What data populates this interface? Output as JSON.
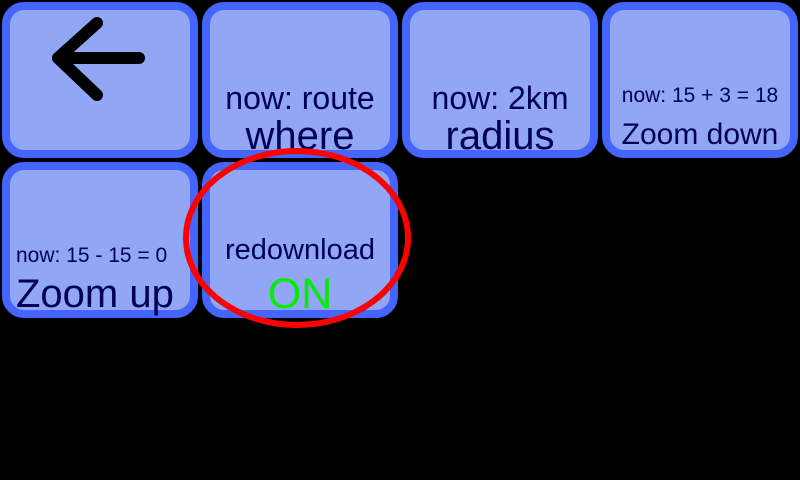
{
  "buttons": {
    "back": {
      "icon": "arrow-left-icon"
    },
    "where": {
      "status": "now: route",
      "label": "where"
    },
    "radius": {
      "status": "now: 2km",
      "label": "radius"
    },
    "zoom_down": {
      "status": "now: 15 + 3 = 18",
      "label": "Zoom down"
    },
    "zoom_up": {
      "status": "now: 15 - 15 = 0",
      "label": "Zoom up"
    },
    "redownload": {
      "label": "redownload",
      "state": "ON",
      "state_color": "#00ee00"
    }
  },
  "annotation": {
    "shape": "ellipse",
    "color": "#ff0000",
    "target": "redownload"
  },
  "colors": {
    "background": "#000000",
    "button_fill": "#91a6f5",
    "button_border": "#4466ff",
    "text": "#000055"
  }
}
